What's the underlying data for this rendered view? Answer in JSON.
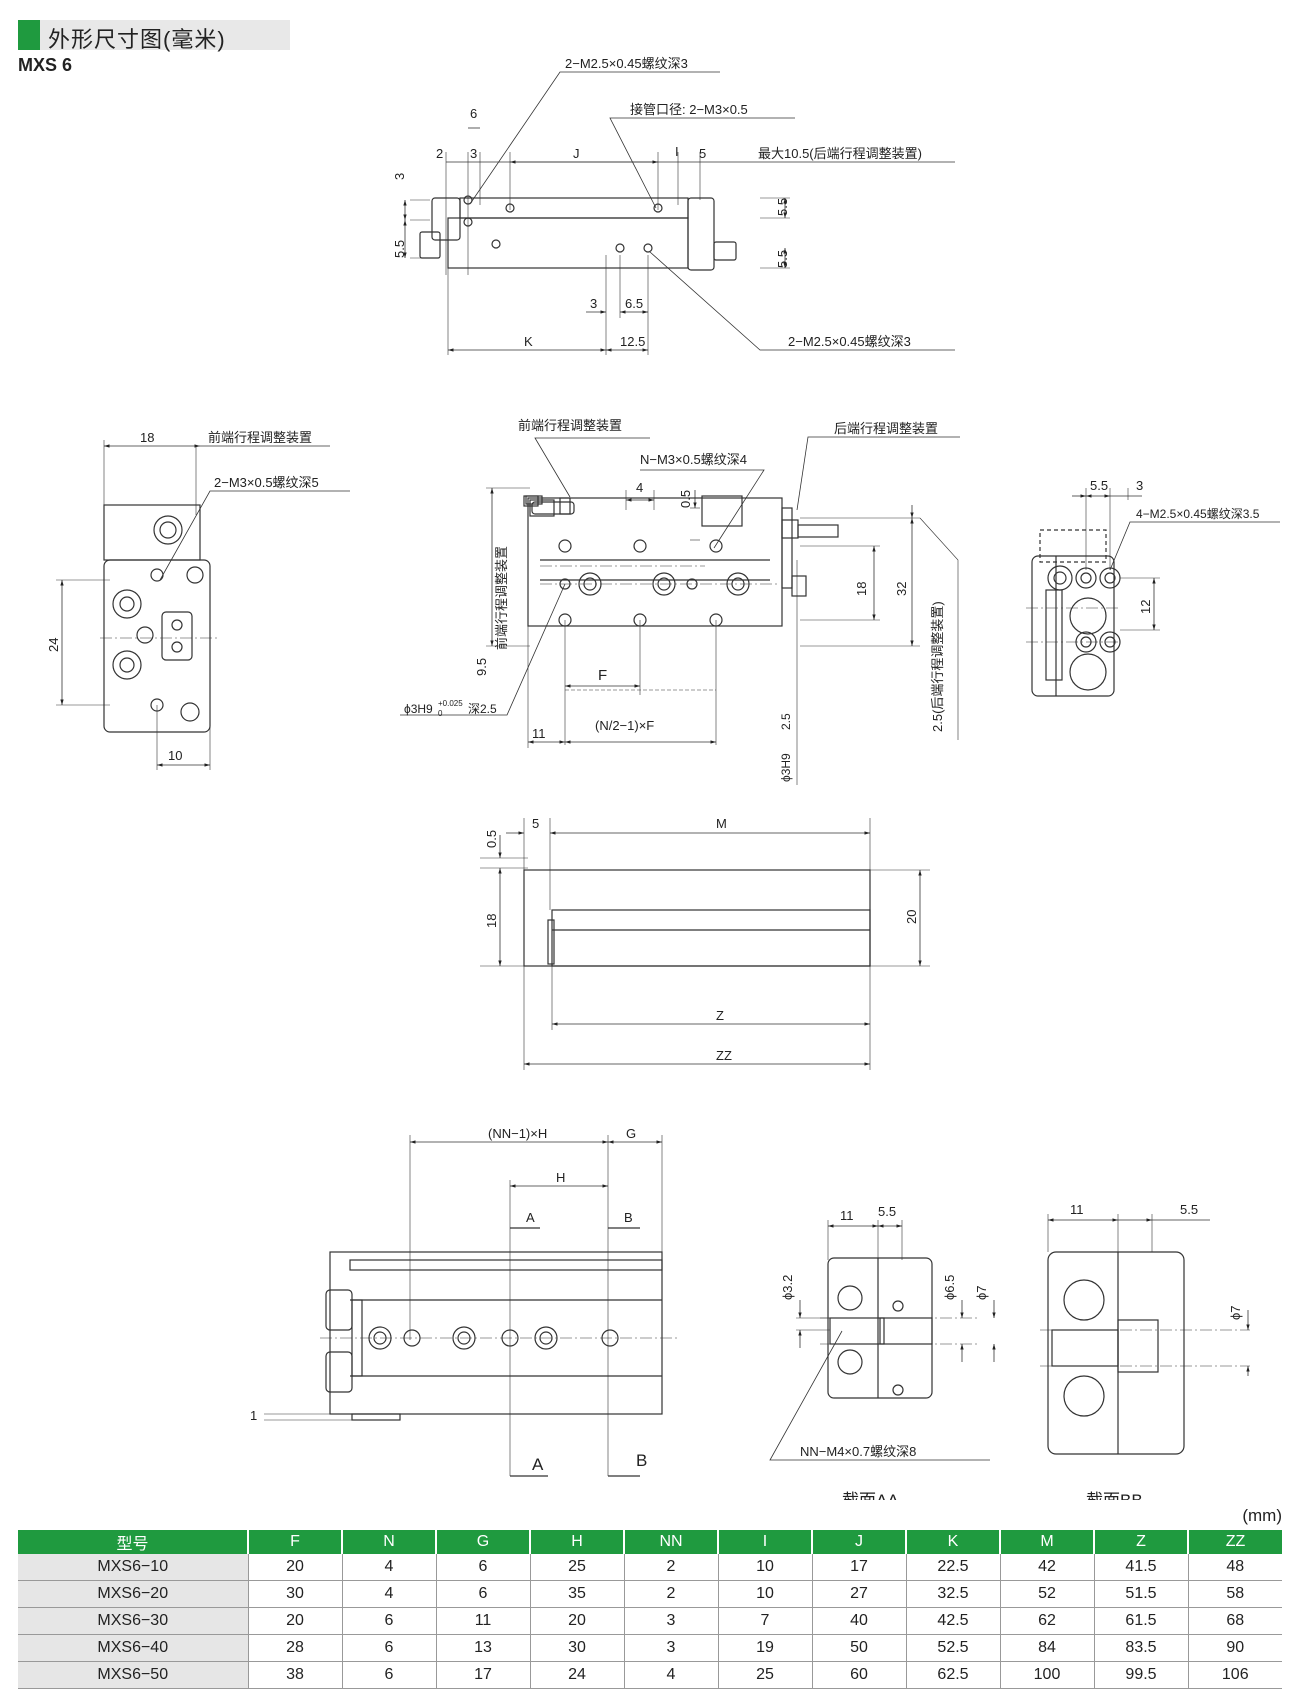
{
  "header": {
    "title": "外形尺寸图(毫米)",
    "model": "MXS 6"
  },
  "unit": "(mm)",
  "notes": {
    "n1": "2−M2.5×0.45螺纹深3",
    "n2": "接管口径: 2−M3×0.5",
    "n3": "最大10.5(后端行程调整装置)",
    "n4": "2−M2.5×0.45螺纹深3",
    "n5": "前端行程调整装置",
    "n6": "2−M3×0.5螺纹深5",
    "n7": "前端行程调整装置",
    "n8": "N−M3×0.5螺纹深4",
    "n9": "后端行程调整装置",
    "n10": "4−M2.5×0.45螺纹深3.5",
    "n11": "前端行程调整装置",
    "n12": "2.5(后端行程调整装置)",
    "n13": "深2.5",
    "n14": "NN−M4×0.7螺纹深8",
    "sec_aa": "截面AA",
    "sec_bb": "截面BB",
    "phi3h9": "ϕ3H9",
    "tol": "+0.025",
    "tol0": "0",
    "nf_formula": "(N/2−1)×F",
    "nn_formula": "(NN−1)×H"
  },
  "dims": {
    "d6": "6",
    "d2": "2",
    "d3": "3",
    "dJ": "J",
    "dI": "I",
    "d5": "5",
    "d3b": "3",
    "d55a": "5.5",
    "d55b": "5.5",
    "d55c": "5.5",
    "d3c": "3",
    "d65": "6.5",
    "dK": "K",
    "d125": "12.5",
    "d18": "18",
    "d24": "24",
    "d10": "10",
    "d4": "4",
    "d05": "0.5",
    "d18b": "18",
    "d32": "32",
    "d95": "9.5",
    "dF": "F",
    "d11": "11",
    "d25": "2.5",
    "d55d": "5.5",
    "d3d": "3",
    "d12": "12",
    "d05b": "0.5",
    "d5b": "5",
    "dM": "M",
    "d18c": "18",
    "d20": "20",
    "dZ": "Z",
    "dZZ": "ZZ",
    "dH": "H",
    "dG": "G",
    "dA": "A",
    "dB": "B",
    "dAbig": "A",
    "dBbig": "B",
    "d1": "1",
    "d11b": "11",
    "d55e": "5.5",
    "d32b": "ϕ3.2",
    "d65b": "ϕ6.5",
    "d7": "ϕ7",
    "d11c": "11",
    "d55f": "5.5",
    "d7b": "ϕ7"
  },
  "table": {
    "headers": [
      "型号",
      "F",
      "N",
      "G",
      "H",
      "NN",
      "I",
      "J",
      "K",
      "M",
      "Z",
      "ZZ"
    ],
    "rows": [
      [
        "MXS6−10",
        "20",
        "4",
        "6",
        "25",
        "2",
        "10",
        "17",
        "22.5",
        "42",
        "41.5",
        "48"
      ],
      [
        "MXS6−20",
        "30",
        "4",
        "6",
        "35",
        "2",
        "10",
        "27",
        "32.5",
        "52",
        "51.5",
        "58"
      ],
      [
        "MXS6−30",
        "20",
        "6",
        "11",
        "20",
        "3",
        "7",
        "40",
        "42.5",
        "62",
        "61.5",
        "68"
      ],
      [
        "MXS6−40",
        "28",
        "6",
        "13",
        "30",
        "3",
        "19",
        "50",
        "52.5",
        "84",
        "83.5",
        "90"
      ],
      [
        "MXS6−50",
        "38",
        "6",
        "17",
        "24",
        "4",
        "25",
        "60",
        "62.5",
        "100",
        "99.5",
        "106"
      ]
    ]
  }
}
